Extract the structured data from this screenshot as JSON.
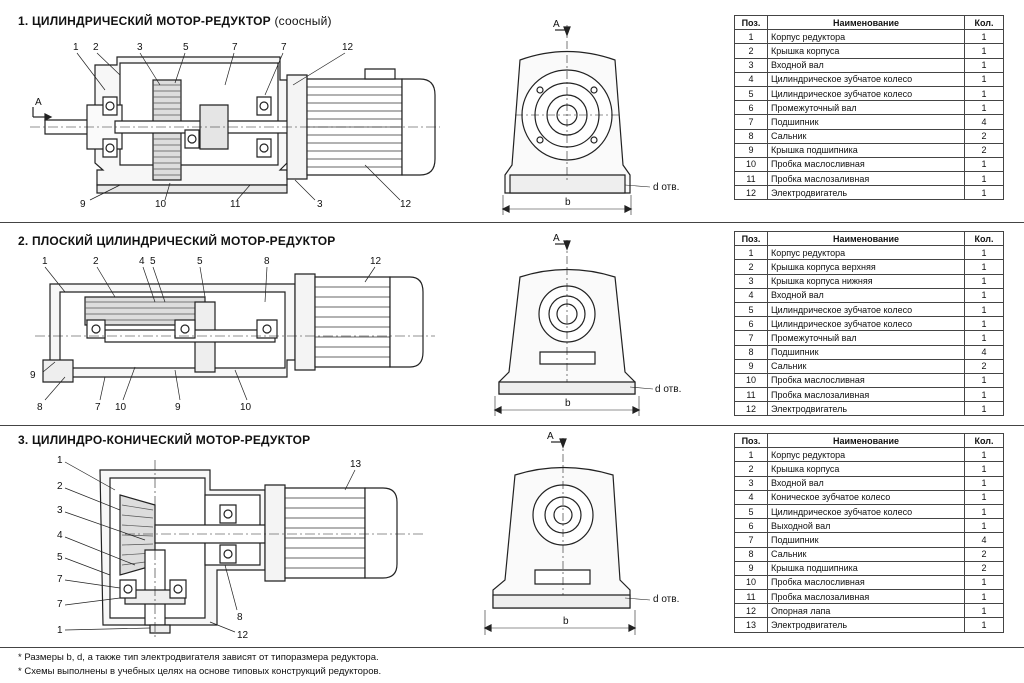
{
  "sections": [
    {
      "title": "1. ЦИЛИНДРИЧЕСКИЙ МОТОР-РЕДУКТОР",
      "title_note": "(соосный)",
      "side_labels": {
        "n1": "1",
        "n2": "2",
        "n3": "3",
        "n5": "5",
        "n7a": "7",
        "n7b": "7",
        "n12a": "12",
        "n9": "9",
        "n10": "10",
        "n11": "11",
        "n3b": "3",
        "n12b": "12",
        "arrow": "A"
      },
      "front_labels": {
        "a": "A",
        "d": "d отв.",
        "b": "b"
      },
      "table": {
        "headers": [
          "Поз.",
          "Наименование",
          "Кол."
        ],
        "rows": [
          [
            "1",
            "Корпус редуктора",
            "1"
          ],
          [
            "2",
            "Крышка корпуса",
            "1"
          ],
          [
            "3",
            "Входной вал",
            "1"
          ],
          [
            "4",
            "Цилиндрическое зубчатое колесо",
            "1"
          ],
          [
            "5",
            "Цилиндрическое зубчатое колесо",
            "1"
          ],
          [
            "6",
            "Промежуточный вал",
            "1"
          ],
          [
            "7",
            "Подшипник",
            "4"
          ],
          [
            "8",
            "Сальник",
            "2"
          ],
          [
            "9",
            "Крышка подшипника",
            "2"
          ],
          [
            "10",
            "Пробка маслосливная",
            "1"
          ],
          [
            "11",
            "Пробка маслозаливная",
            "1"
          ],
          [
            "12",
            "Электродвигатель",
            "1"
          ]
        ]
      }
    },
    {
      "title": "2. ПЛОСКИЙ ЦИЛИНДРИЧЕСКИЙ МОТОР-РЕДУКТОР",
      "side_labels": {
        "n1": "1",
        "n2": "2",
        "n4": "4",
        "n5a": "5",
        "n5b": "5",
        "n8": "8",
        "n12": "12",
        "n9a": "9",
        "n8b": "8",
        "n7": "7",
        "n10a": "10",
        "n9b": "9",
        "n10b": "10"
      },
      "front_labels": {
        "a": "A",
        "d": "d отв.",
        "b": "b"
      },
      "table": {
        "headers": [
          "Поз.",
          "Наименование",
          "Кол."
        ],
        "rows": [
          [
            "1",
            "Корпус редуктора",
            "1"
          ],
          [
            "2",
            "Крышка корпуса верхняя",
            "1"
          ],
          [
            "3",
            "Крышка корпуса нижняя",
            "1"
          ],
          [
            "4",
            "Входной вал",
            "1"
          ],
          [
            "5",
            "Цилиндрическое зубчатое колесо",
            "1"
          ],
          [
            "6",
            "Цилиндрическое зубчатое колесо",
            "1"
          ],
          [
            "7",
            "Промежуточный вал",
            "1"
          ],
          [
            "8",
            "Подшипник",
            "4"
          ],
          [
            "9",
            "Сальник",
            "2"
          ],
          [
            "10",
            "Пробка маслосливная",
            "1"
          ],
          [
            "11",
            "Пробка маслозаливная",
            "1"
          ],
          [
            "12",
            "Электродвигатель",
            "1"
          ]
        ]
      }
    },
    {
      "title": "3. ЦИЛИНДРО-КОНИЧЕСКИЙ МОТОР-РЕДУКТОР",
      "side_labels": {
        "n1": "1",
        "n2": "2",
        "n3": "3",
        "n4": "4",
        "n5": "5",
        "n7a": "7",
        "n7b": "7",
        "n1b": "1",
        "n13": "13",
        "n8": "8",
        "n12": "12"
      },
      "front_labels": {
        "a": "A",
        "d": "d отв.",
        "b": "b"
      },
      "table": {
        "headers": [
          "Поз.",
          "Наименование",
          "Кол."
        ],
        "rows": [
          [
            "1",
            "Корпус редуктора",
            "1"
          ],
          [
            "2",
            "Крышка корпуса",
            "1"
          ],
          [
            "3",
            "Входной вал",
            "1"
          ],
          [
            "4",
            "Коническое зубчатое колесо",
            "1"
          ],
          [
            "5",
            "Цилиндрическое зубчатое колесо",
            "1"
          ],
          [
            "6",
            "Выходной вал",
            "1"
          ],
          [
            "7",
            "Подшипник",
            "4"
          ],
          [
            "8",
            "Сальник",
            "2"
          ],
          [
            "9",
            "Крышка подшипника",
            "2"
          ],
          [
            "10",
            "Пробка маслосливная",
            "1"
          ],
          [
            "11",
            "Пробка маслозаливная",
            "1"
          ],
          [
            "12",
            "Опорная лапа",
            "1"
          ],
          [
            "13",
            "Электродвигатель",
            "1"
          ]
        ]
      }
    }
  ],
  "footnotes": [
    "* Размеры b, d, а также тип электродвигателя зависят от типоразмера редуктора.",
    "* Схемы выполнены в учебных целях на основе типовых конструкций редукторов."
  ]
}
